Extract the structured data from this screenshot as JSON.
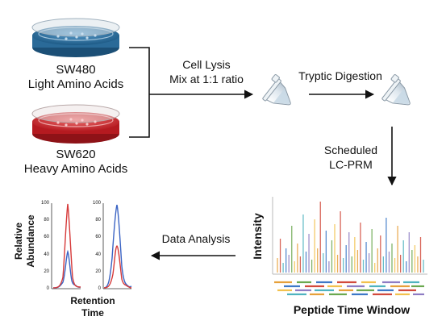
{
  "samples": {
    "light": {
      "name": "SW480",
      "label": "Light Amino Acids",
      "color": "#2e6f9e"
    },
    "heavy": {
      "name": "SW620",
      "label": "Heavy Amino Acids",
      "color": "#d8282e"
    }
  },
  "steps": {
    "lysis_line1": "Cell Lysis",
    "lysis_line2": "Mix at 1:1 ratio",
    "digestion": "Tryptic Digestion",
    "prm_line1": "Scheduled",
    "prm_line2": "LC-PRM",
    "analysis": "Data Analysis"
  },
  "spectrum": {
    "ylabel": "Intensity",
    "xlabel": "Peptide Time Window"
  },
  "chromatograms": {
    "ylabel_line1": "Relative",
    "ylabel_line2": "Abundance",
    "xlabel_line1": "Retention",
    "xlabel_line2": "Time",
    "y_ticks": [
      "100",
      "80",
      "60",
      "40",
      "20",
      "0"
    ],
    "series_colors": {
      "light": "#3b64c4",
      "heavy": "#d63a3a"
    }
  },
  "colors": {
    "arrow": "#111111",
    "tube_fill": "#e9eef2",
    "tube_liquid": "#b9cfe0"
  }
}
